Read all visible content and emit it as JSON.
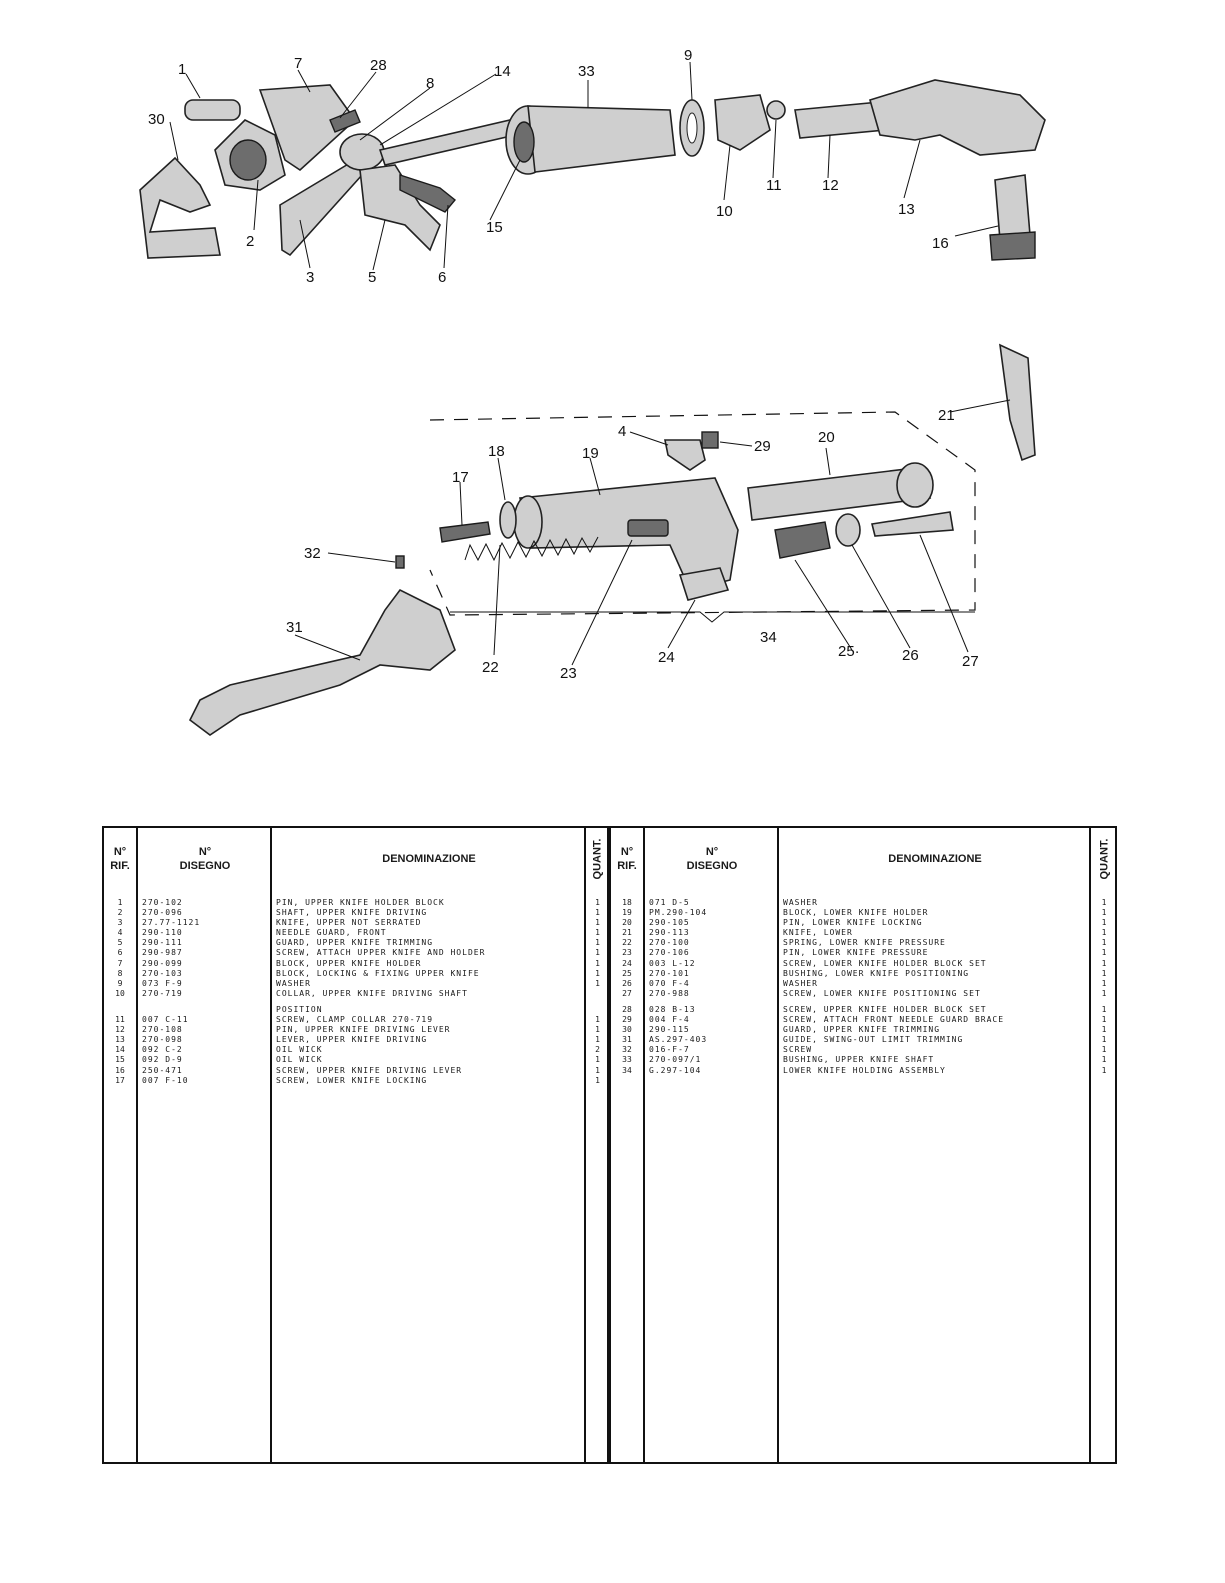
{
  "diagram": {
    "callouts": [
      "1",
      "2",
      "3",
      "4",
      "5",
      "6",
      "7",
      "8",
      "9",
      "10",
      "11",
      "12",
      "13",
      "14",
      "15",
      "16",
      "17",
      "18",
      "19",
      "20",
      "21",
      "22",
      "23",
      "24",
      "25·",
      "26",
      "27",
      "28",
      "29",
      "30",
      "31",
      "32",
      "33",
      "34"
    ]
  },
  "table": {
    "headers": {
      "rif": "N° RIF.",
      "disegno": "N° DISEGNO",
      "denominazione": "DENOMINAZIONE",
      "quant": "QUANT."
    },
    "left": [
      {
        "rif": "1",
        "disegno": "270-102",
        "denominazione": "PIN, UPPER KNIFE HOLDER BLOCK",
        "quant": "1"
      },
      {
        "rif": "2",
        "disegno": "270-096",
        "denominazione": "SHAFT, UPPER KNIFE DRIVING",
        "quant": "1"
      },
      {
        "rif": "3",
        "disegno": "27.77-1121",
        "denominazione": "KNIFE, UPPER NOT SERRATED",
        "quant": "1"
      },
      {
        "rif": "4",
        "disegno": "290-110",
        "denominazione": "NEEDLE GUARD, FRONT",
        "quant": "1"
      },
      {
        "rif": "5",
        "disegno": "290-111",
        "denominazione": "GUARD, UPPER KNIFE TRIMMING",
        "quant": "1"
      },
      {
        "rif": "6",
        "disegno": "290-987",
        "denominazione": "SCREW, ATTACH UPPER KNIFE AND HOLDER",
        "quant": "1"
      },
      {
        "rif": "7",
        "disegno": "290-099",
        "denominazione": "BLOCK, UPPER KNIFE HOLDER",
        "quant": "1"
      },
      {
        "rif": "8",
        "disegno": "270-103",
        "denominazione": "BLOCK, LOCKING & FIXING UPPER KNIFE",
        "quant": "1"
      },
      {
        "rif": "9",
        "disegno": "073 F-9",
        "denominazione": "WASHER",
        "quant": "1"
      },
      {
        "rif": "10",
        "disegno": "270-719",
        "denominazione": "COLLAR, UPPER KNIFE DRIVING SHAFT",
        "quant": ""
      },
      {
        "rif": "",
        "disegno": "",
        "denominazione": "POSITION",
        "quant": ""
      },
      {
        "rif": "11",
        "disegno": "007 C-11",
        "denominazione": "SCREW, CLAMP COLLAR 270-719",
        "quant": "1"
      },
      {
        "rif": "12",
        "disegno": "270-108",
        "denominazione": "PIN, UPPER KNIFE DRIVING LEVER",
        "quant": "1"
      },
      {
        "rif": "13",
        "disegno": "270-098",
        "denominazione": "LEVER, UPPER KNIFE DRIVING",
        "quant": "1"
      },
      {
        "rif": "14",
        "disegno": "092 C-2",
        "denominazione": "OIL WICK",
        "quant": "2"
      },
      {
        "rif": "15",
        "disegno": "092 D-9",
        "denominazione": "OIL WICK",
        "quant": "1"
      },
      {
        "rif": "16",
        "disegno": "250-471",
        "denominazione": "SCREW, UPPER KNIFE DRIVING LEVER",
        "quant": "1"
      },
      {
        "rif": "17",
        "disegno": "007 F-10",
        "denominazione": "SCREW, LOWER KNIFE LOCKING",
        "quant": "1"
      }
    ],
    "right": [
      {
        "rif": "18",
        "disegno": "071 D-5",
        "denominazione": "WASHER",
        "quant": "1"
      },
      {
        "rif": "19",
        "disegno": "PM.290-104",
        "denominazione": "BLOCK, LOWER KNIFE HOLDER",
        "quant": "1"
      },
      {
        "rif": "20",
        "disegno": "290-105",
        "denominazione": "PIN, LOWER KNIFE LOCKING",
        "quant": "1"
      },
      {
        "rif": "21",
        "disegno": "290-113",
        "denominazione": "KNIFE, LOWER",
        "quant": "1"
      },
      {
        "rif": "22",
        "disegno": "270-100",
        "denominazione": "SPRING, LOWER KNIFE PRESSURE",
        "quant": "1"
      },
      {
        "rif": "23",
        "disegno": "270-106",
        "denominazione": "PIN, LOWER KNIFE PRESSURE",
        "quant": "1"
      },
      {
        "rif": "24",
        "disegno": "003 L-12",
        "denominazione": "SCREW, LOWER KNIFE HOLDER BLOCK SET",
        "quant": "1"
      },
      {
        "rif": "25",
        "disegno": "270-101",
        "denominazione": "BUSHING, LOWER KNIFE POSITIONING",
        "quant": "1"
      },
      {
        "rif": "26",
        "disegno": "070 F-4",
        "denominazione": "WASHER",
        "quant": "1"
      },
      {
        "rif": "27",
        "disegno": "270-988",
        "denominazione": "SCREW, LOWER KNIFE POSITIONING SET",
        "quant": "1"
      },
      {
        "rif": "28",
        "disegno": "028 B-13",
        "denominazione": "SCREW, UPPER KNIFE HOLDER BLOCK SET",
        "quant": "1"
      },
      {
        "rif": "29",
        "disegno": "004 F-4",
        "denominazione": "SCREW, ATTACH FRONT NEEDLE GUARD BRACE",
        "quant": "1"
      },
      {
        "rif": "30",
        "disegno": "290-115",
        "denominazione": "GUARD, UPPER KNIFE TRIMMING",
        "quant": "1"
      },
      {
        "rif": "31",
        "disegno": "AS.297-403",
        "denominazione": "GUIDE, SWING-OUT LIMIT TRIMMING",
        "quant": "1"
      },
      {
        "rif": "32",
        "disegno": "016-F-7",
        "denominazione": "SCREW",
        "quant": "1"
      },
      {
        "rif": "33",
        "disegno": "270-097/1",
        "denominazione": "BUSHING, UPPER KNIFE SHAFT",
        "quant": "1"
      },
      {
        "rif": "34",
        "disegno": "G.297-104",
        "denominazione": "LOWER KNIFE HOLDING ASSEMBLY",
        "quant": "1"
      }
    ]
  }
}
